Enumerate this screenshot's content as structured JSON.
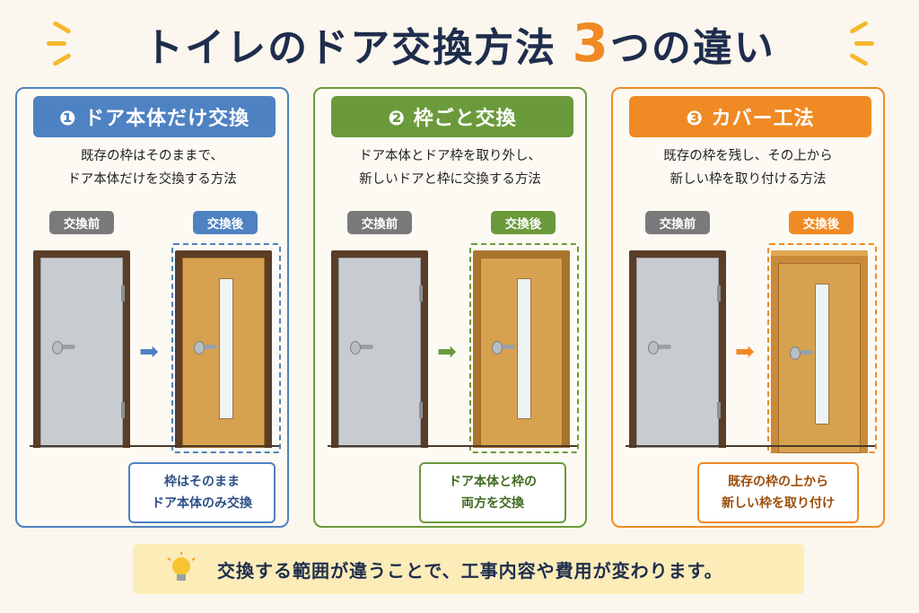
{
  "title": {
    "main": "トイレのドア交換方法",
    "num": "3",
    "suffix": "つの違い"
  },
  "colors": {
    "blue": "#4e82c2",
    "green": "#6b9a3c",
    "orange": "#f08a24",
    "gray": "#7a7a7a"
  },
  "panels": [
    {
      "heading": "❶ ドア本体だけ交換",
      "desc1": "既存の枠はそのままで、",
      "desc2": "ドア本体だけを交換する方法",
      "before": "交換前",
      "after": "交換後",
      "note1": "枠はそのまま",
      "note2": "ドア本体のみ交換"
    },
    {
      "heading": "❷ 枠ごと交換",
      "desc1": "ドア本体とドア枠を取り外し、",
      "desc2": "新しいドアと枠に交換する方法",
      "before": "交換前",
      "after": "交換後",
      "note1": "ドア本体と枠の",
      "note2": "両方を交換"
    },
    {
      "heading": "❸ カバー工法",
      "desc1": "既存の枠を残し、その上から",
      "desc2": "新しい枠を取り付ける方法",
      "before": "交換前",
      "after": "交換後",
      "note1": "既存の枠の上から",
      "note2": "新しい枠を取り付け"
    }
  ],
  "icons": {
    "arrow": "right-arrow-icon",
    "bulb": "light-bulb-icon"
  },
  "tip": "交換する範囲が違うことで、工事内容や費用が変わります。"
}
